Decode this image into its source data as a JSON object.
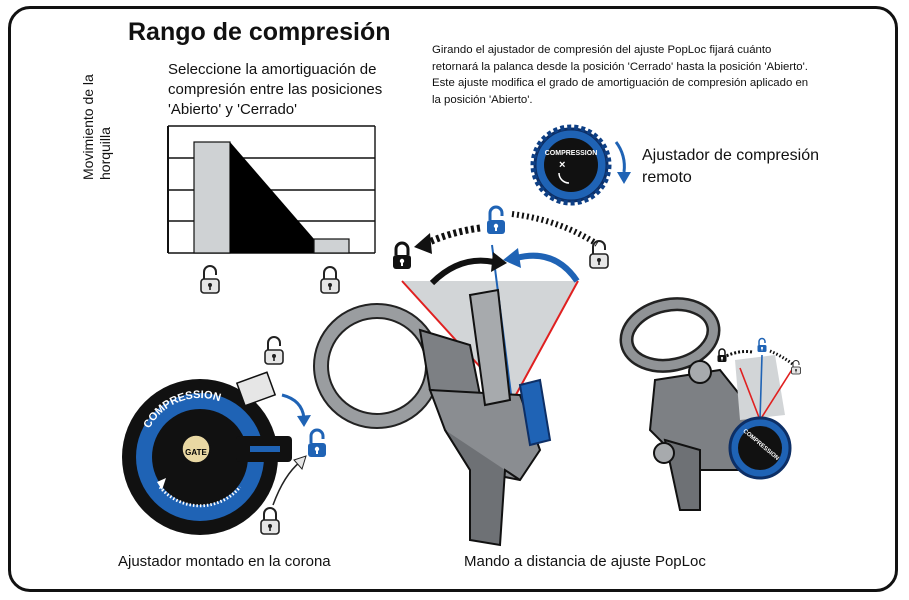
{
  "title": "Rango de compresión",
  "subtitle": "Seleccione la amortiguación de compresión entre las posiciones 'Abierto' y 'Cerrado'",
  "y_axis_label": "Movimiento de la horquilla",
  "description": "Girando el ajustador de compresión del ajuste PopLoc fijará cuánto retornará la palanca desde la posición 'Cerrado' hasta la posición 'Abierto'. Este ajuste modifica el grado de amortiguación de compresión aplicado en la posición 'Abierto'.",
  "remote_adjuster_label": "Ajustador de compresión remoto",
  "dial_ring_text": "COMPRESSION",
  "dial_center_text": "GATE",
  "small_dial_text": "COMPRESSION",
  "caption_crown": "Ajustador montado en la corona",
  "caption_remote": "Mando a distancia de ajuste PopLoc",
  "colors": {
    "accent_blue": "#1f63b5",
    "dark_blue": "#0d3f85",
    "red_line": "#e02020",
    "grey": "#cfd2d4"
  },
  "icons": [
    "unlocked-padlock-icon",
    "locked-padlock-icon"
  ]
}
